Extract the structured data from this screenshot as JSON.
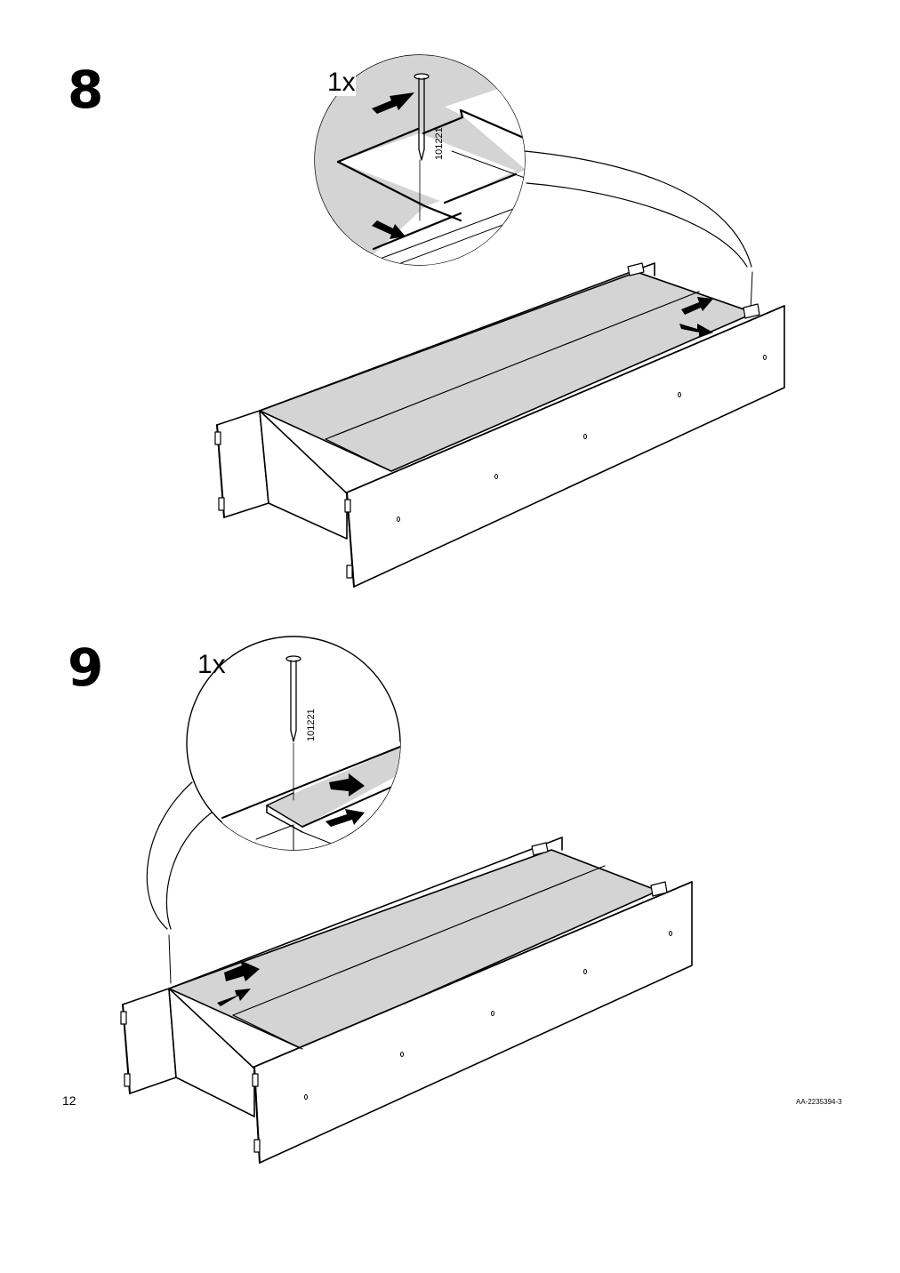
{
  "steps": [
    {
      "number": "8",
      "quantity": "1x",
      "part_code": "101221"
    },
    {
      "number": "9",
      "quantity": "1x",
      "part_code": "101221"
    }
  ],
  "footer": {
    "page_number": "12",
    "document_code": "AA-2235394-3"
  },
  "colors": {
    "panel_fill": "#d4d4d4",
    "line": "#000000",
    "background": "#ffffff"
  }
}
